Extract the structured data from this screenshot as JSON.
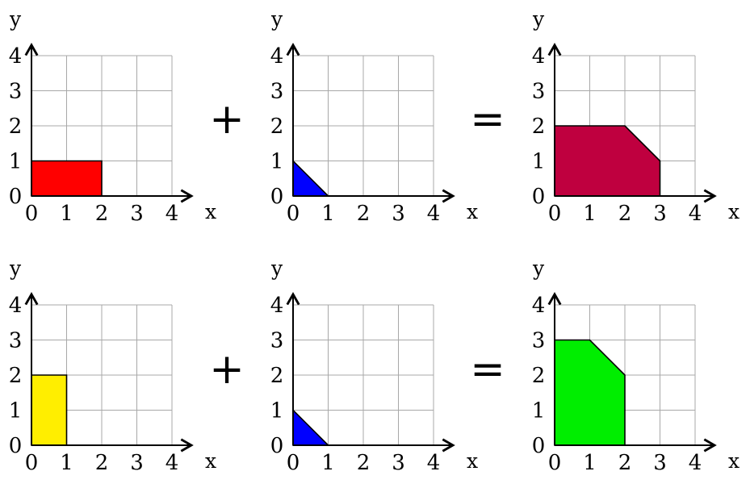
{
  "axis": {
    "x_label": "x",
    "y_label": "y",
    "ticks": [
      "0",
      "1",
      "2",
      "3",
      "4"
    ]
  },
  "operators": {
    "plus": "+",
    "equals": "="
  },
  "rows": [
    {
      "plots": [
        {
          "name": "red-rectangle",
          "fill": "#ff0000",
          "polygon": [
            [
              0,
              0
            ],
            [
              2,
              0
            ],
            [
              2,
              1
            ],
            [
              0,
              1
            ]
          ]
        },
        {
          "name": "blue-triangle",
          "fill": "#0000ff",
          "polygon": [
            [
              0,
              0
            ],
            [
              1,
              0
            ],
            [
              0,
              1
            ]
          ]
        },
        {
          "name": "crimson-sum",
          "fill": "#bf003f",
          "polygon": [
            [
              0,
              0
            ],
            [
              3,
              0
            ],
            [
              3,
              1
            ],
            [
              2,
              2
            ],
            [
              0,
              2
            ]
          ]
        }
      ]
    },
    {
      "plots": [
        {
          "name": "yellow-rectangle",
          "fill": "#ffee00",
          "polygon": [
            [
              0,
              0
            ],
            [
              1,
              0
            ],
            [
              1,
              2
            ],
            [
              0,
              2
            ]
          ]
        },
        {
          "name": "blue-triangle",
          "fill": "#0000ff",
          "polygon": [
            [
              0,
              0
            ],
            [
              1,
              0
            ],
            [
              0,
              1
            ]
          ]
        },
        {
          "name": "green-sum",
          "fill": "#00ee00",
          "polygon": [
            [
              0,
              0
            ],
            [
              2,
              0
            ],
            [
              2,
              2
            ],
            [
              1,
              3
            ],
            [
              0,
              3
            ]
          ]
        }
      ]
    }
  ]
}
